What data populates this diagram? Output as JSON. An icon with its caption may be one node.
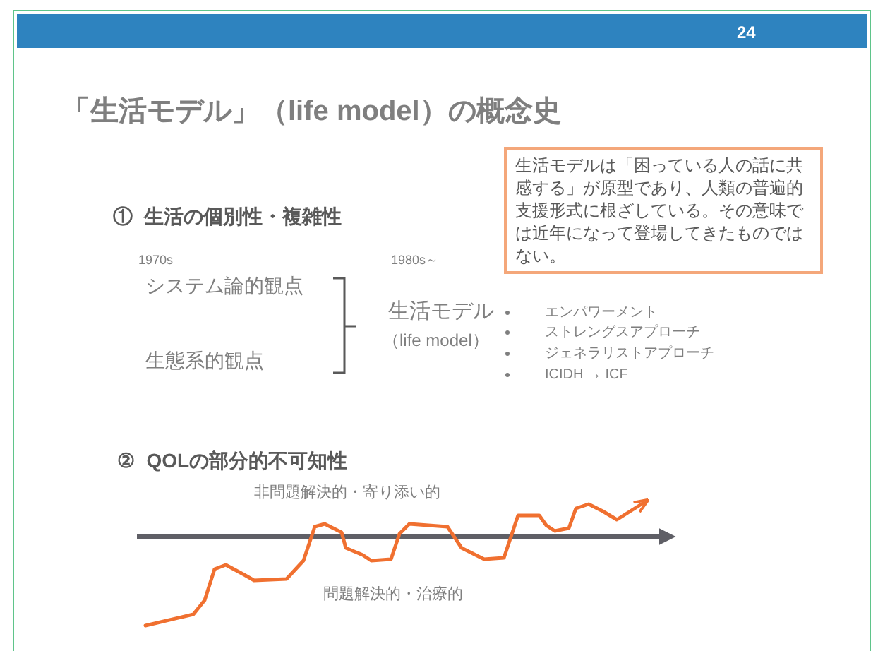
{
  "diagram": {
    "title": "「生活モデル」（life model）の概念史",
    "nodes": [
      {
        "text": [
          "生活モデルは「困っている人の話に共感する」が原型であり、人類の普遍的支援形式に根ざしている。その意味では近年になって登場してきたものではない。"
        ]
      }
    ],
    "labels": [
      "24",
      "①  生活の個別性・複雑性",
      "1970s",
      "1980s～",
      "システム論的観点",
      "生態系的観点",
      "生活モデル",
      "（life model）",
      "エンパワーメント",
      "ストレングスアプローチ",
      "ジェネラリストアプローチ",
      "ICIDH → ICF",
      "②  QOLの部分的不可知性",
      "非問題解決的・寄り添い的",
      "問題解決的・治療的"
    ]
  }
}
